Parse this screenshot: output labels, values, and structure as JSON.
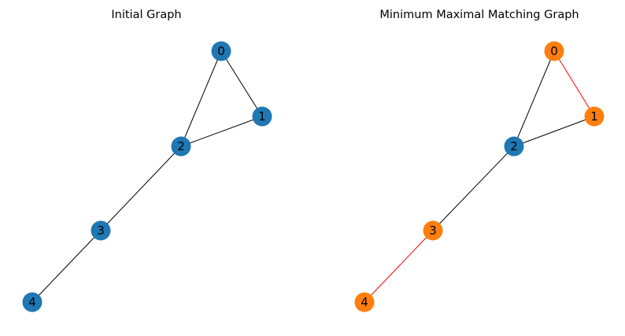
{
  "colors": {
    "background": "#ffffff",
    "default_node": "#1f77b4",
    "matched_node": "#ff7f0e",
    "default_edge": "#000000",
    "matched_edge": "#ff0000",
    "label": "#000000"
  },
  "graph": {
    "nodes": [
      "0",
      "1",
      "2",
      "3",
      "4"
    ],
    "edges": [
      [
        "0",
        "1"
      ],
      [
        "0",
        "2"
      ],
      [
        "1",
        "2"
      ],
      [
        "2",
        "3"
      ],
      [
        "3",
        "4"
      ]
    ]
  },
  "panels": [
    {
      "id": "initial",
      "title": "Initial Graph",
      "matched_edges": [],
      "matched_nodes": []
    },
    {
      "id": "matching",
      "title": "Minimum Maximal Matching Graph",
      "matched_edges": [
        [
          "0",
          "1"
        ],
        [
          "3",
          "4"
        ]
      ],
      "matched_nodes": [
        "0",
        "1",
        "3",
        "4"
      ]
    }
  ]
}
